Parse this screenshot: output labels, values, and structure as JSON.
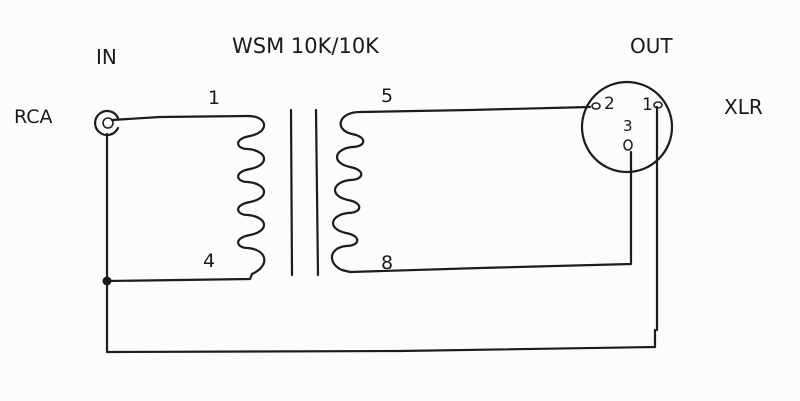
{
  "labels": {
    "transformer": "WSM 10K/10K",
    "in": "IN",
    "out": "OUT",
    "rca": "RCA",
    "xlr": "XLR",
    "pin1": "1",
    "pin4": "4",
    "pin5": "5",
    "pin8": "8",
    "xlr_pin1": "1",
    "xlr_pin2": "2",
    "xlr_pin3": "3"
  }
}
